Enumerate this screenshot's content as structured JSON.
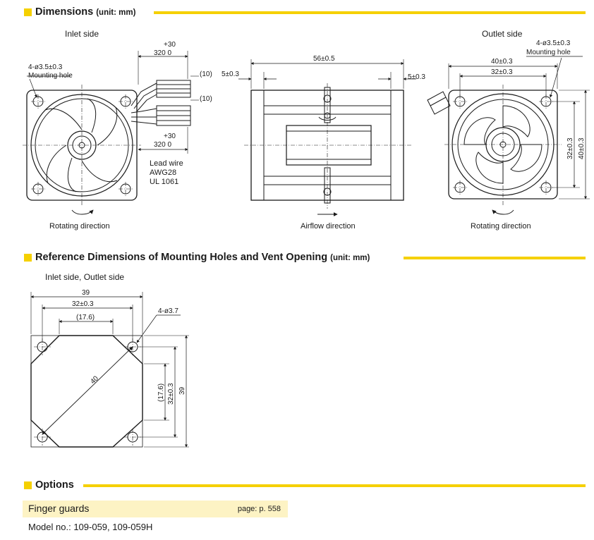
{
  "sections": {
    "dimensions": {
      "title": "Dimensions",
      "unit": "(unit: mm)"
    },
    "reference": {
      "title": "Reference Dimensions of Mounting Holes and Vent Opening",
      "unit": "(unit: mm)"
    },
    "options": {
      "title": "Options"
    }
  },
  "inlet_view": {
    "label": "Inlet side",
    "hole_note_1": "4-ø3.5±0.3",
    "hole_note_2": "Mounting hole",
    "wire_tol_top": "+30",
    "wire_len_top": "320  0",
    "wire_tol_bot": "+30",
    "wire_len_bot": "320  0",
    "strip_1": "(10)",
    "strip_2": "(10)",
    "lead_1": "Lead wire",
    "lead_2": "AWG28",
    "lead_3": "UL 1061",
    "rotation": "Rotating direction"
  },
  "side_view": {
    "width": "56±0.5",
    "left_gap": "5±0.3",
    "right_gap": "5±0.3",
    "airflow": "Airflow direction"
  },
  "outlet_view": {
    "label": "Outlet side",
    "hole_note_1": "4-ø3.5±0.3",
    "hole_note_2": "Mounting hole",
    "dim_outer": "40±0.3",
    "dim_pitch": "32±0.3",
    "dim_vert_pitch": "32±0.3",
    "dim_vert_outer": "40±0.3",
    "rotation": "Rotating direction"
  },
  "reference_view": {
    "label": "Inlet side, Outlet side",
    "dim_39": "39",
    "dim_32": "32±0.3",
    "dim_17_6": "(17.6)",
    "hole": "4-ø3.7",
    "diag": "40",
    "v_17_6": "(17.6)",
    "v_32": "32±0.3",
    "v_39": "39"
  },
  "options": {
    "finger_guards": "Finger guards",
    "page": "page: p. 558",
    "model": "Model no.: 109-059, 109-059H"
  },
  "colors": {
    "accent": "#f5d000",
    "option_bg": "#fdf3c4",
    "line": "#1a1a1a"
  }
}
